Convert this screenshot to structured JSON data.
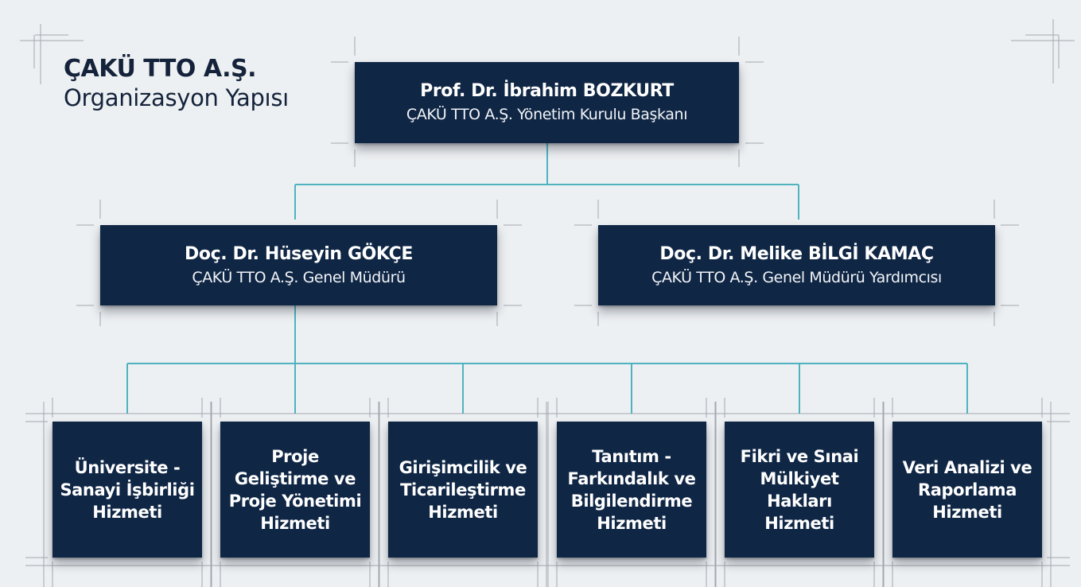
{
  "header": {
    "title": "ÇAKÜ TTO A.Ş.",
    "subtitle": "Organizasyon Yapısı"
  },
  "colors": {
    "background": "#edf0f2",
    "box_fill": "#0f2645",
    "connector": "#4fb3bf",
    "guide_lines": "#9aa0a6",
    "title_text": "#14233b"
  },
  "chairman": {
    "name": "Prof. Dr. İbrahim BOZKURT",
    "role": "ÇAKÜ TTO A.Ş. Yönetim Kurulu Başkanı"
  },
  "general_manager": {
    "name": "Doç. Dr. Hüseyin GÖKÇE",
    "role": "ÇAKÜ TTO A.Ş. Genel Müdürü"
  },
  "deputy_general_manager": {
    "name": "Doç. Dr. Melike BİLGİ KAMAÇ",
    "role": "ÇAKÜ TTO A.Ş. Genel Müdürü Yardımcısı"
  },
  "services": [
    {
      "lines": [
        "Üniversite -",
        "Sanayi İşbirliği",
        "Hizmeti"
      ]
    },
    {
      "lines": [
        "Proje",
        "Geliştirme ve",
        "Proje Yönetimi",
        "Hizmeti"
      ]
    },
    {
      "lines": [
        "Girişimcilik ve",
        "Ticarileştirme",
        "Hizmeti"
      ]
    },
    {
      "lines": [
        "Tanıtım -",
        "Farkındalık ve",
        "Bilgilendirme",
        "Hizmeti"
      ]
    },
    {
      "lines": [
        "Fikri ve Sınai",
        "Mülkiyet",
        "Hakları",
        "Hizmeti"
      ]
    },
    {
      "lines": [
        "Veri Analizi ve",
        "Raporlama",
        "Hizmeti"
      ]
    }
  ]
}
